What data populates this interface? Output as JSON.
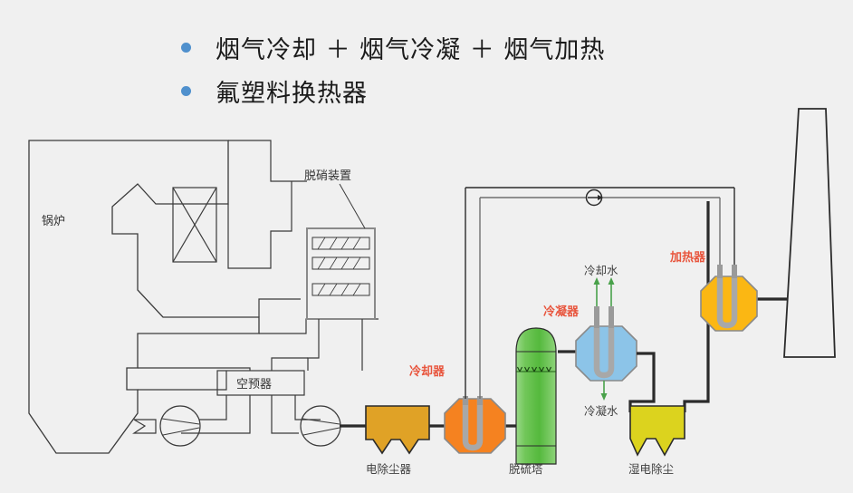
{
  "slide": {
    "background_color": "#f0f0f0",
    "bullets": [
      {
        "text": "烟气冷却 ＋ 烟气冷凝 ＋ 烟气加热",
        "marker": "bullet-dot",
        "marker_color": "#4f90cd"
      },
      {
        "text": "氟塑料换热器",
        "marker": "bullet-dot",
        "marker_color": "#4f90cd"
      }
    ]
  },
  "diagram": {
    "type": "process-flow-diagram",
    "equipment": [
      {
        "id": "boiler",
        "label": "锅炉",
        "shape": "boiler-outline",
        "fill": "none",
        "stroke": "#3a3a3a"
      },
      {
        "id": "denitrification",
        "label": "脱硝装置",
        "shape": "scr-reactor",
        "fill": "none",
        "stroke": "#3a3a3a",
        "layers": 3
      },
      {
        "id": "air-preheater",
        "label": "空预器",
        "shape": "rectangle",
        "fill": "none",
        "stroke": "#3a3a3a"
      },
      {
        "id": "esp",
        "label": "电除尘器",
        "shape": "hopper-box",
        "fill": "#e0a226",
        "stroke": "#2b2b2b"
      },
      {
        "id": "cooler",
        "label": "冷却器",
        "shape": "octagon-heat-exchanger",
        "fill": "#f58220",
        "stroke": "#8a8a8a",
        "label_color": "#e8553d"
      },
      {
        "id": "desulfurization-tower",
        "label": "脱硫塔",
        "shape": "vertical-tower",
        "fill": "#63c04c",
        "stroke": "#2b2b2b"
      },
      {
        "id": "condenser",
        "label": "冷凝器",
        "shape": "octagon-heat-exchanger",
        "fill": "#8cc4e8",
        "stroke": "#8a8a8a",
        "label_color": "#e8553d"
      },
      {
        "id": "wet-esp",
        "label": "湿电除尘",
        "shape": "hopper-box",
        "fill": "#dcd31e",
        "stroke": "#2b2b2b"
      },
      {
        "id": "heater",
        "label": "加热器",
        "shape": "octagon-heat-exchanger",
        "fill": "#fbb713",
        "stroke": "#8a8a8a",
        "label_color": "#e8553d"
      },
      {
        "id": "stack",
        "label": "",
        "shape": "chimney",
        "fill": "none",
        "stroke": "#2b2b2b"
      }
    ],
    "stream_labels": [
      {
        "id": "cooling-water",
        "text": "冷却水",
        "direction": "up",
        "arrow_color": "#49a14a"
      },
      {
        "id": "condensate-water",
        "text": "冷凝水",
        "direction": "down",
        "arrow_color": "#49a14a"
      }
    ],
    "components": [
      {
        "id": "induced-draft-fan-1",
        "shape": "fan-circle"
      },
      {
        "id": "induced-draft-fan-2",
        "shape": "fan-circle"
      },
      {
        "id": "air-intake",
        "shape": "intake-triangle"
      },
      {
        "id": "circulation-pump",
        "shape": "pump-circle"
      }
    ],
    "colors": {
      "duct_line": "#2b2b2b",
      "thin_line": "#6f6f6f",
      "water_loop": "#6f6f6f",
      "tube": "#a8a8a8",
      "arrow_green": "#49a14a"
    }
  }
}
